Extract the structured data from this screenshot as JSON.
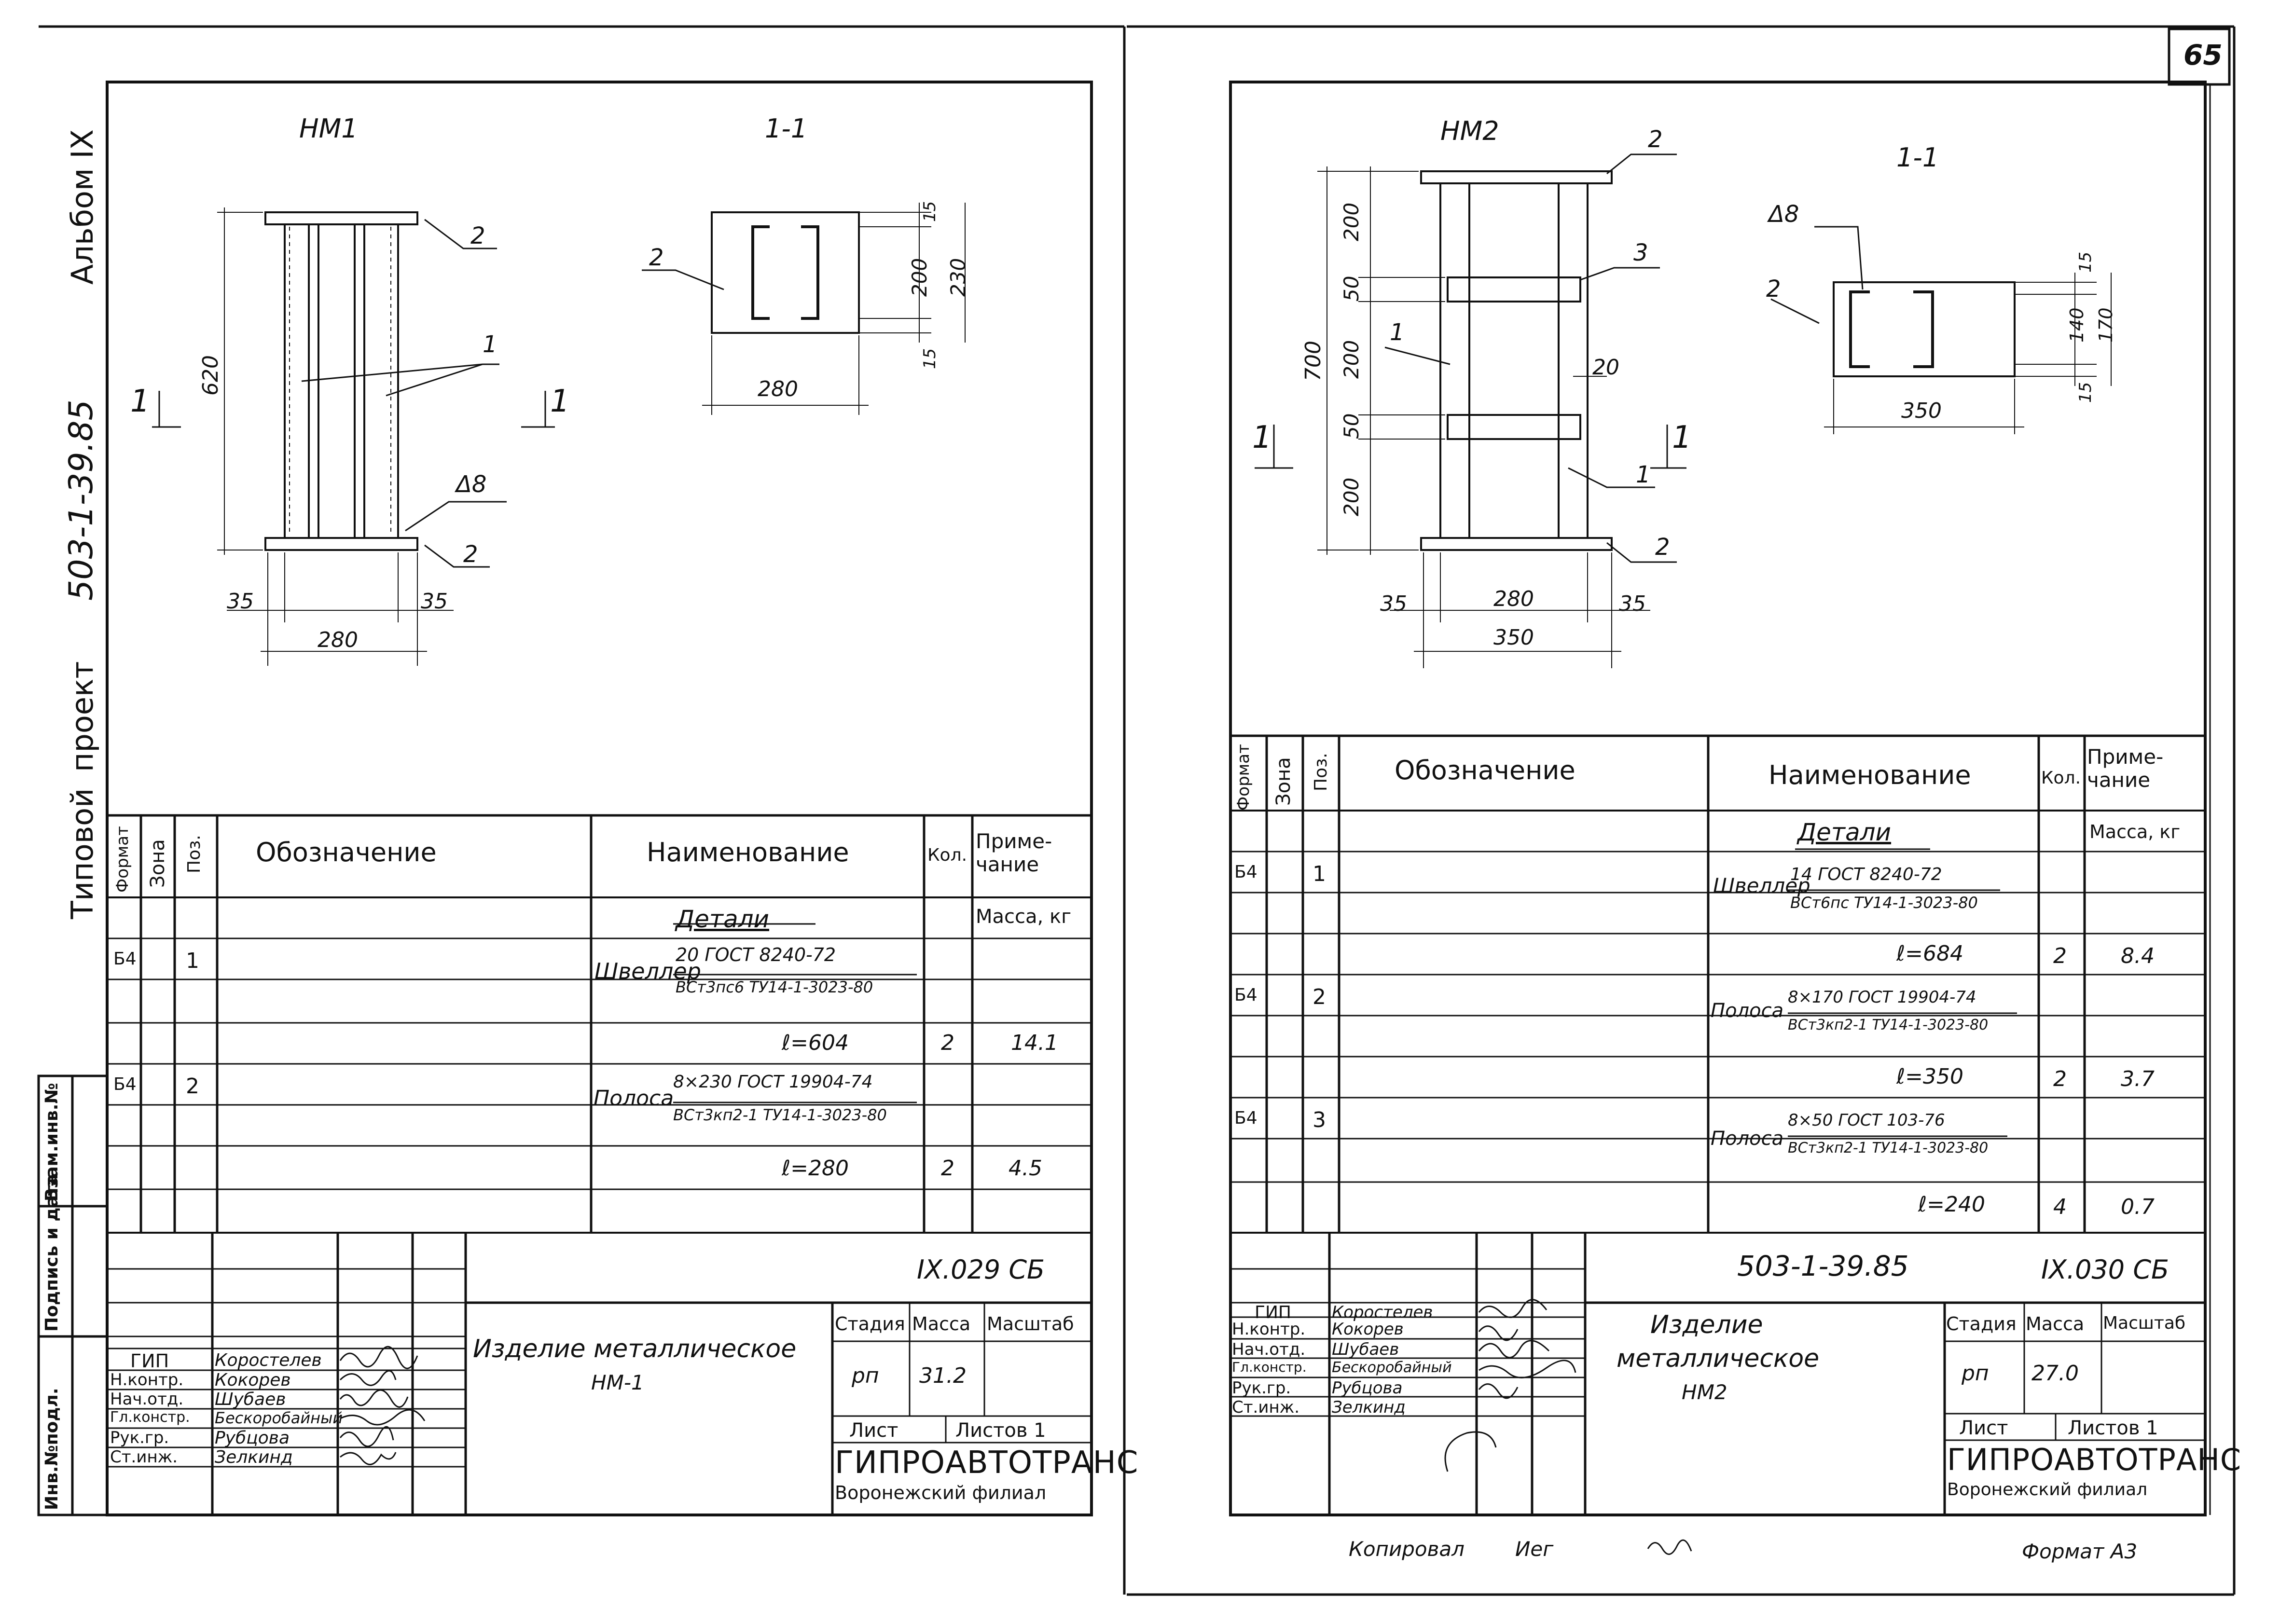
{
  "page_number": "65",
  "copied_by": "Копировал",
  "copied_sig": "Иег",
  "format": "Формат А3",
  "side_text": {
    "album": "Альбом IX",
    "code": "503-1-39.85",
    "project": "проект",
    "typical": "Типовой",
    "stamp1": "Инв.№подл.",
    "stamp2": "Подпись и дата",
    "stamp3": "Взам.инв.№"
  },
  "left": {
    "view_title": "НМ1",
    "section_title": "1-1",
    "section_mark": "1",
    "dims": {
      "h620": "620",
      "w35a": "35",
      "w35b": "35",
      "w280": "280",
      "sec_w280": "280",
      "s15a": "15",
      "s200": "200",
      "s230": "230",
      "s15b": "15"
    },
    "callouts": {
      "p2top": "2",
      "p1": "1",
      "weld": "Δ8",
      "p2bot": "2",
      "sec_p2": "2"
    },
    "table": {
      "headers": {
        "format": "Формат",
        "zone": "Зона",
        "pos": "Поз.",
        "designation": "Обозначение",
        "name": "Наименование",
        "qty": "Кол.",
        "note": "Приме-чание"
      },
      "section": "Детали",
      "mass_note": "Масса, кг",
      "rows": [
        {
          "format": "Б4",
          "pos": "1",
          "name_main": "Швеллер",
          "name_top": "20 ГОСТ 8240-72",
          "name_bot": "ВСт3пс6 ТУ14-1-3023-80",
          "length": "ℓ=604",
          "qty": "2",
          "mass": "14.1"
        },
        {
          "format": "Б4",
          "pos": "2",
          "name_main": "Полоса",
          "name_top": "8×230 ГОСТ 19904-74",
          "name_bot": "ВСт3кп2-1 ТУ14-1-3023-80",
          "length": "ℓ=280",
          "qty": "2",
          "mass": "4.5"
        }
      ]
    },
    "title_block": {
      "code": "IX.029 СБ",
      "product": "Изделие металлическое",
      "product_mark": "НМ-1",
      "stage_h": "Стадия",
      "mass_h": "Масса",
      "scale_h": "Масштаб",
      "stage": "рп",
      "mass": "31.2",
      "sheet": "Лист",
      "sheets": "Листов 1",
      "org": "ГИПРОАВТОТРАНС",
      "branch": "Воронежский филиал",
      "staff": [
        {
          "role": "ГИП",
          "name": "Коростелев"
        },
        {
          "role": "Н.контр.",
          "name": "Кокорев"
        },
        {
          "role": "Нач.отд.",
          "name": "Шубаев"
        },
        {
          "role": "Гл.констр.",
          "name": "Бескоробайный"
        },
        {
          "role": "Рук.гр.",
          "name": "Рубцова"
        },
        {
          "role": "Ст.инж.",
          "name": "Зелкинд"
        }
      ]
    }
  },
  "right": {
    "view_title": "НМ2",
    "section_title": "1-1",
    "section_mark": "1",
    "dims": {
      "h700": "700",
      "d200a": "200",
      "d50a": "50",
      "d200b": "200",
      "d50b": "50",
      "d200c": "200",
      "w35a": "35",
      "w280": "280",
      "w35b": "35",
      "w350": "350",
      "gap20": "20",
      "sec_w350": "350",
      "s15a": "15",
      "s140": "140",
      "s170": "170",
      "s15b": "15"
    },
    "callouts": {
      "p2top": "2",
      "p3": "3",
      "p1a": "1",
      "p1b": "1",
      "p2bot": "2",
      "weld": "Δ8",
      "sec_p2": "2"
    },
    "table": {
      "headers": {
        "format": "Формат",
        "zone": "Зона",
        "pos": "Поз.",
        "designation": "Обозначение",
        "name": "Наименование",
        "qty": "Кол.",
        "note": "Приме-чание"
      },
      "section": "Детали",
      "mass_note": "Масса, кг",
      "rows": [
        {
          "format": "Б4",
          "pos": "1",
          "name_main": "Швеллер",
          "name_top": "14 ГОСТ 8240-72",
          "name_bot": "ВСт6пс ТУ14-1-3023-80",
          "length": "ℓ=684",
          "qty": "2",
          "mass": "8.4"
        },
        {
          "format": "Б4",
          "pos": "2",
          "name_main": "Полоса",
          "name_top": "8×170 ГОСТ 19904-74",
          "name_bot": "ВСт3кп2-1 ТУ14-1-3023-80",
          "length": "ℓ=350",
          "qty": "2",
          "mass": "3.7"
        },
        {
          "format": "Б4",
          "pos": "3",
          "name_main": "Полоса",
          "name_top": "8×50 ГОСТ 103-76",
          "name_bot": "ВСт3кп2-1 ТУ14-1-3023-80",
          "length": "ℓ=240",
          "qty": "4",
          "mass": "0.7"
        }
      ]
    },
    "title_block": {
      "series": "503-1-39.85",
      "code": "IX.030 СБ",
      "product1": "Изделие",
      "product2": "металлическое",
      "product_mark": "НМ2",
      "stage_h": "Стадия",
      "mass_h": "Масса",
      "scale_h": "Масштаб",
      "stage": "рп",
      "mass": "27.0",
      "sheet": "Лист",
      "sheets": "Листов 1",
      "org": "ГИПРОАВТОТРАНС",
      "branch": "Воронежский филиал",
      "staff": [
        {
          "role": "ГИП",
          "name": "Коростелев"
        },
        {
          "role": "Н.контр.",
          "name": "Кокорев"
        },
        {
          "role": "Нач.отд.",
          "name": "Шубаев"
        },
        {
          "role": "Гл.констр.",
          "name": "Бескоробайный"
        },
        {
          "role": "Рук.гр.",
          "name": "Рубцова"
        },
        {
          "role": "Ст.инж.",
          "name": "Зелкинд"
        }
      ]
    }
  }
}
